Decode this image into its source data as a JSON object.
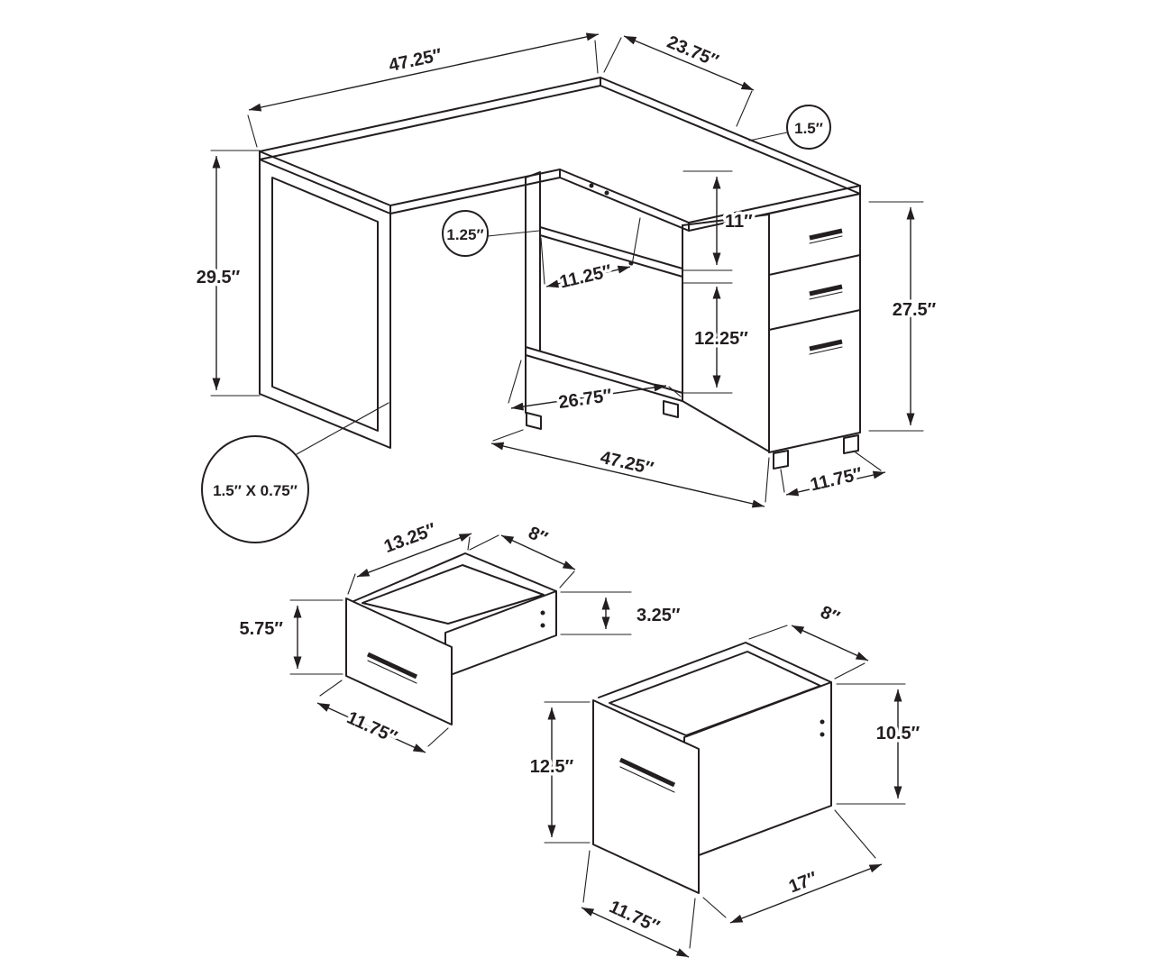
{
  "colors": {
    "line": "#231f20",
    "background": "#ffffff"
  },
  "desk": {
    "width_top": "47.25″",
    "depth_top": "23.75″",
    "top_thickness": "1.5″",
    "height": "29.5″",
    "shelf_thickness": "1.25″",
    "shelf_depth": "11.25″",
    "upper_opening_height": "11″",
    "lower_opening_height": "12.25″",
    "cabinet_height": "27.5″",
    "shelf_section_width": "26.75″",
    "return_length": "47.25″",
    "cabinet_width": "11.75″",
    "leg_profile": "1.5″ X 0.75″"
  },
  "small_drawer": {
    "depth": "13.25″",
    "opening_width": "8″",
    "front_height": "5.75″",
    "side_height": "3.25″",
    "front_width": "11.75″"
  },
  "large_drawer": {
    "opening_width": "8″",
    "front_height": "12.5″",
    "side_height": "10.5″",
    "front_width": "11.75″",
    "depth": "17″"
  }
}
